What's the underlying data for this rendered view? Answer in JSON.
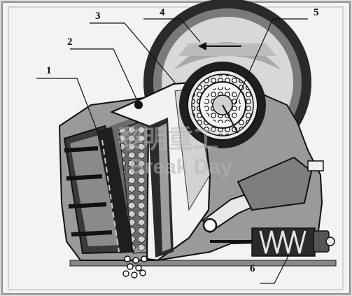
{
  "labels": {
    "l1": "1",
    "l2": "2",
    "l3": "3",
    "l4": "4",
    "l5": "5",
    "l6": "6"
  },
  "watermark": {
    "cn": "黎明重工",
    "en": "Break   Day"
  },
  "colors": {
    "ink": "#1a1a1a",
    "paper": "#f4f4f4",
    "frame": "#8c8c8c",
    "wm": "#bdbdbd"
  }
}
